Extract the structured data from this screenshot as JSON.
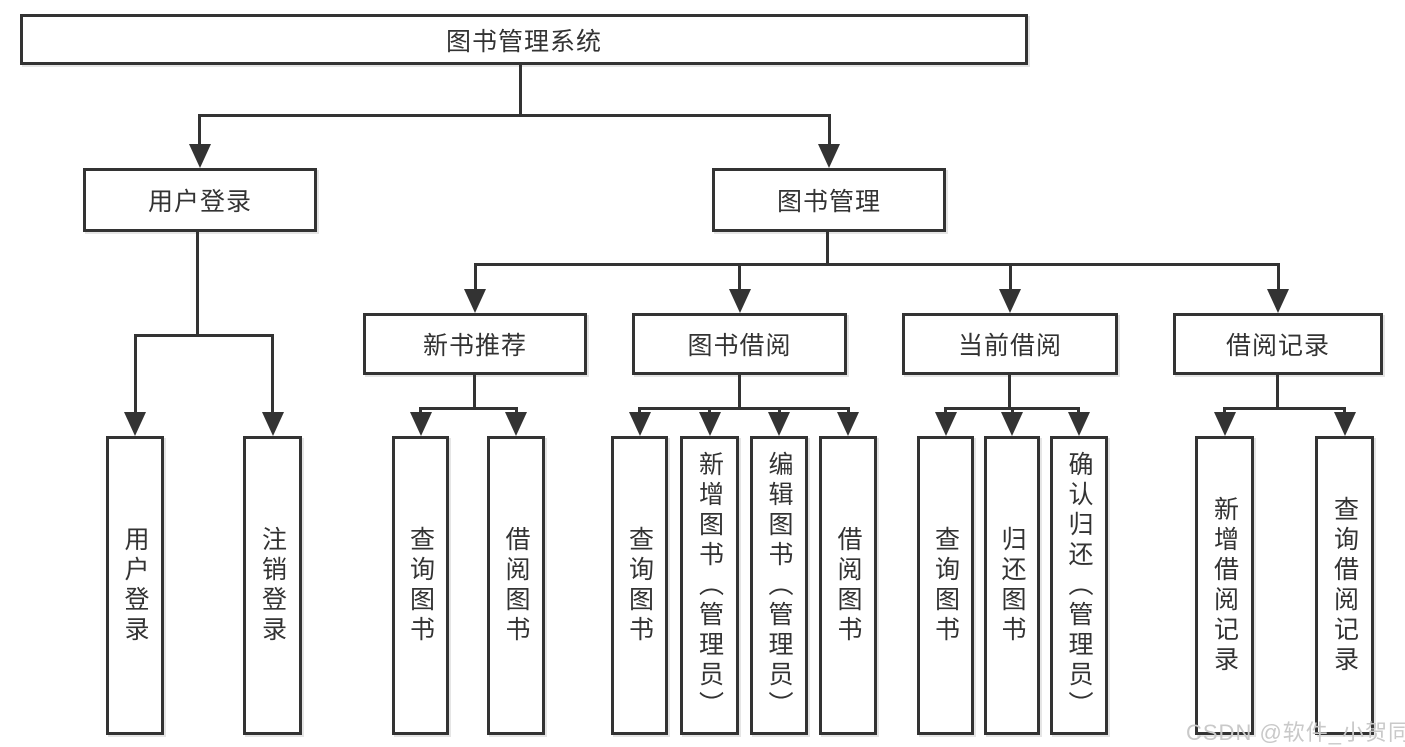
{
  "colors": {
    "line": "#333333",
    "text": "#333333",
    "background": "#ffffff",
    "watermark": "#c9c9c9"
  },
  "watermark": "CSDN @软件_小贺同学",
  "tree": {
    "root": {
      "label": "图书管理系统"
    },
    "level2": [
      {
        "label": "用户登录",
        "children": [
          {
            "label": "用户登录"
          },
          {
            "label": "注销登录"
          }
        ]
      },
      {
        "label": "图书管理",
        "children": [
          {
            "label": "新书推荐",
            "children": [
              {
                "label": "查询图书"
              },
              {
                "label": "借阅图书"
              }
            ]
          },
          {
            "label": "图书借阅",
            "children": [
              {
                "label": "查询图书"
              },
              {
                "label": "新增图书（管理员）"
              },
              {
                "label": "编辑图书（管理员）"
              },
              {
                "label": "借阅图书"
              }
            ]
          },
          {
            "label": "当前借阅",
            "children": [
              {
                "label": "查询图书"
              },
              {
                "label": "归还图书"
              },
              {
                "label": "确认归还（管理员）"
              }
            ]
          },
          {
            "label": "借阅记录",
            "children": [
              {
                "label": "新增借阅记录"
              },
              {
                "label": "查询借阅记录"
              }
            ]
          }
        ]
      }
    ]
  }
}
